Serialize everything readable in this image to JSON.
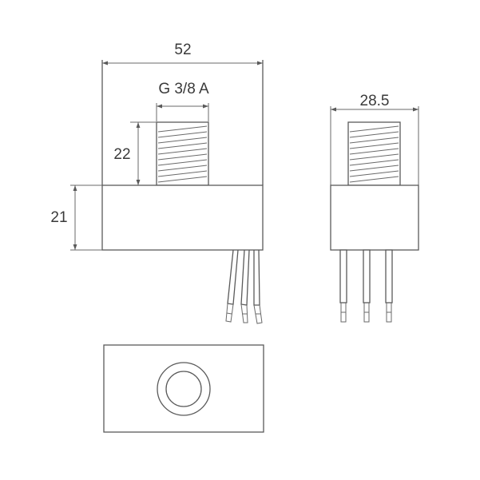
{
  "dimensions": {
    "overall_width": "52",
    "thread": "G 3/8 A",
    "thread_height": "22",
    "body_height": "21",
    "side_width": "28.5"
  }
}
